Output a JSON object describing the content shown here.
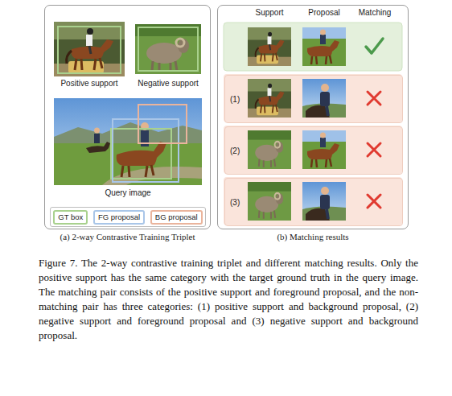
{
  "diagram": {
    "caption": "Figure 7. The 2-way contrastive training triplet and different matching results. Only the positive support has the same category with the target ground truth in the query image. The matching pair consists of the positive support and foreground proposal, and the non-matching pair has three categories: (1) positive support and background proposal, (2) negative support and foreground proposal and (3) negative support and background proposal.",
    "nodes": [
      {
        "text": [
          "(a) 2-way Contrastive Training Triplet"
        ]
      },
      {
        "text": [
          "(b) Matching results"
        ]
      },
      {
        "text": [
          "(1)"
        ],
        "in": 1
      },
      {
        "text": [
          "(2)"
        ],
        "in": 1
      },
      {
        "text": [
          "(3)"
        ],
        "in": 1
      }
    ],
    "labels": [
      "Positive support",
      "Negative support",
      "Query image",
      "Support",
      "Proposal",
      "Matching"
    ],
    "legend": [
      {
        "text": "GT box",
        "color": "#a9d18e"
      },
      {
        "text": "FG proposal",
        "color": "#a9c6e8"
      },
      {
        "text": "BG proposal",
        "color": "#eab49c"
      }
    ]
  }
}
